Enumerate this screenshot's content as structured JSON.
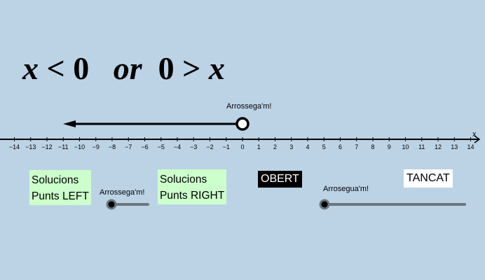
{
  "formula": {
    "x1": "x",
    "lt": "<",
    "zero1": "0",
    "or": "or",
    "zero2": "0",
    "gt": ">",
    "x2": "x"
  },
  "drag_label_top": "Arrossega'm!",
  "axis": {
    "label": "x",
    "min": -14,
    "max": 14,
    "point_value": 0,
    "arrow_direction": "left"
  },
  "buttons": {
    "left": {
      "line1": "Solucions",
      "line2": "Punts LEFT"
    },
    "right": {
      "line1": "Solucions",
      "line2": "Punts RIGHT"
    }
  },
  "slider_left": {
    "label": "Arrossega'm!",
    "value": 0
  },
  "slider_right": {
    "label": "Arrosegua'm!",
    "value": 0
  },
  "obert_label": "OBERT",
  "tancat_label": "TANCAT",
  "colors": {
    "background": "#bcd3e6",
    "button_green": "#ccffcc",
    "slider_track": "#6b7680"
  }
}
